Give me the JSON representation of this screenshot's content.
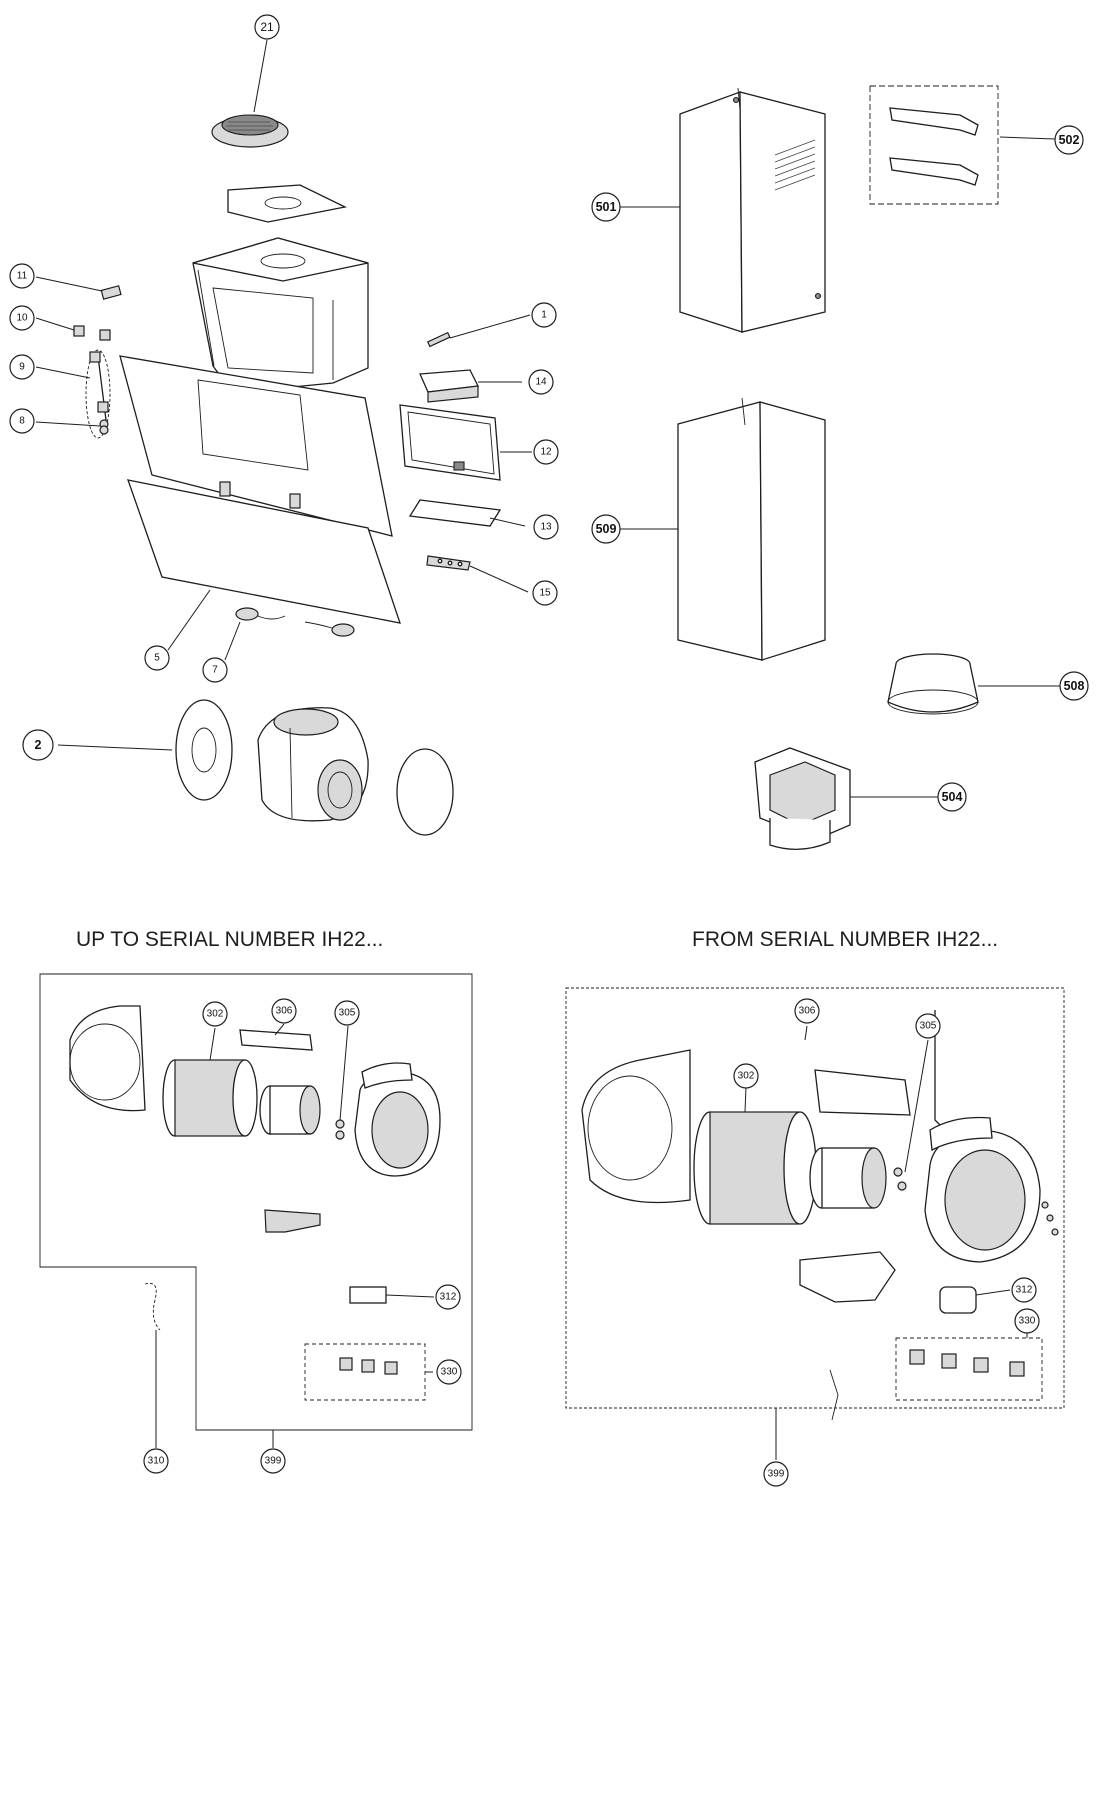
{
  "sections": {
    "left_title": "UP TO SERIAL NUMBER IH22...",
    "right_title": "FROM SERIAL NUMBER IH22..."
  },
  "callouts": {
    "c21": "21",
    "c11": "11",
    "c10": "10",
    "c9": "9",
    "c8": "8",
    "c1": "1",
    "c14": "14",
    "c12": "12",
    "c13": "13",
    "c15": "15",
    "c5": "5",
    "c7": "7",
    "c2": "2",
    "c501": "501",
    "c502": "502",
    "c509": "509",
    "c508": "508",
    "c504": "504",
    "l302": "302",
    "l306": "306",
    "l305": "305",
    "l312": "312",
    "l330": "330",
    "l310": "310",
    "l399": "399",
    "r306": "306",
    "r305": "305",
    "r302": "302",
    "r312": "312",
    "r330": "330",
    "r399": "399"
  }
}
